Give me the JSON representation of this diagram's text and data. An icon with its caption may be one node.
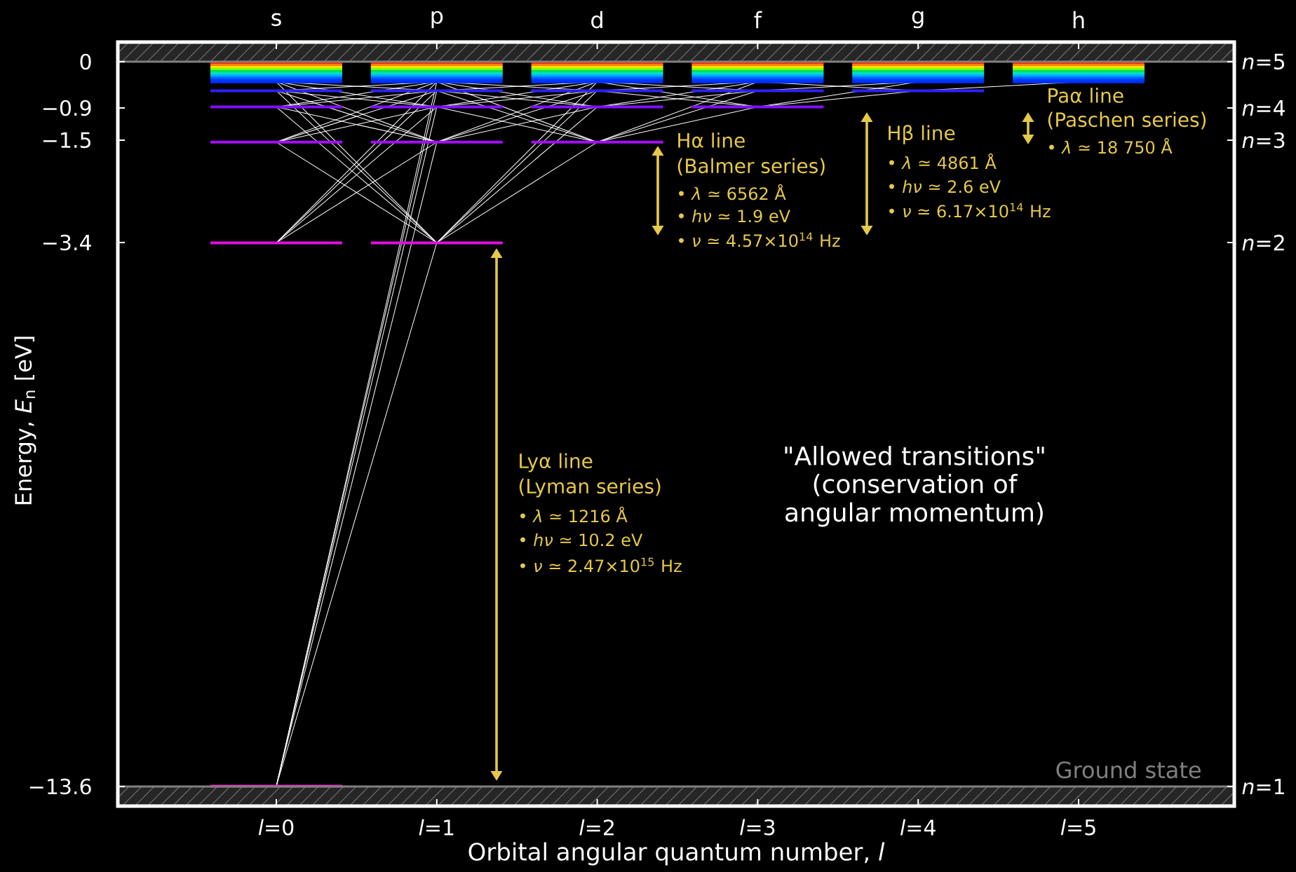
{
  "diagram": {
    "labels": [
      "s",
      "p",
      "d",
      "f",
      "g",
      "h",
      "0",
      "−0.9",
      "−1.5",
      "−3.4",
      "−13.6",
      "*n*=5",
      "*n*=4",
      "*n*=3",
      "*n*=2",
      "*n*=1",
      "Energy, *E*$_{n}$ [eV]",
      "Hα line",
      "(Balmer series)",
      "• *λ* ≃ 6562 Å",
      "• *hν* ≃ 1.9 eV",
      "• *ν* ≃ 4.57×10$^{14}$ Hz",
      "Hβ line",
      "• *λ* ≃ 4861 Å",
      "• *hν* ≃ 2.6 eV",
      "• *ν* ≃ 6.17×10$^{14}$ Hz",
      "Paα line",
      "(Paschen series)",
      "• *λ* ≃ 18 750 Å",
      "Lyα line",
      "(Lyman series)",
      "• *λ* ≃ 1216 Å",
      "• *hν* ≃ 10.2 eV",
      "• *ν* ≃ 2.47×10$^{15}$ Hz",
      "\"Allowed transitions\"",
      "(conservation of",
      "angular momentum)",
      "Ground state",
      "*l*=0",
      "*l*=1",
      "*l*=2",
      "*l*=3",
      "*l*=4",
      "*l*=5",
      "Orbital angular quantum number, *l*"
    ]
  }
}
